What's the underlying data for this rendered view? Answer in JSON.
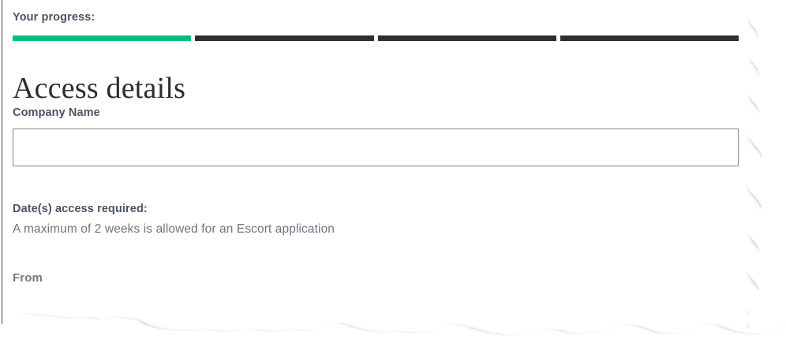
{
  "progress": {
    "label": "Your progress:",
    "total_steps": 4,
    "completed_steps": 1,
    "segments": [
      {
        "state": "done"
      },
      {
        "state": "todo"
      },
      {
        "state": "todo"
      },
      {
        "state": "todo"
      }
    ],
    "colors": {
      "done": "#00bd82",
      "todo": "#2e2e2e"
    }
  },
  "heading": {
    "title": "Access details"
  },
  "form": {
    "company_name": {
      "label": "Company Name",
      "value": "",
      "placeholder": ""
    },
    "dates_section": {
      "label": "Date(s) access required:",
      "helper": "A maximum of 2 weeks is allowed for an Escort application",
      "from_label": "From"
    }
  },
  "theme": {
    "label_color": "#4a5464",
    "body_color": "#6b7684",
    "heading_color": "#2d2d2d",
    "input_border": "#7a8796",
    "accent": "#00bd82"
  }
}
